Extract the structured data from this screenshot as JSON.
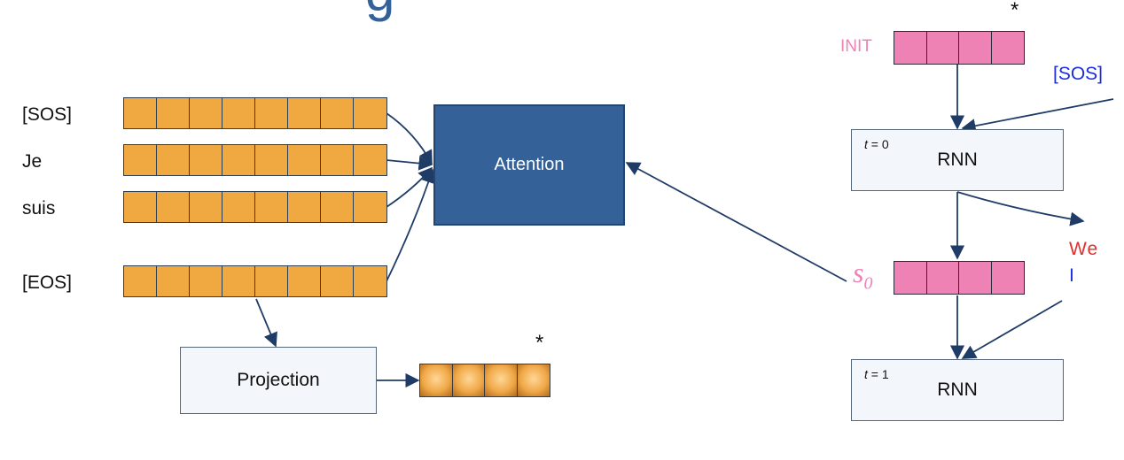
{
  "source_tokens": [
    "[SOS]",
    "Je",
    "suis",
    "[EOS]"
  ],
  "attention_label": "Attention",
  "projection_label": "Projection",
  "rnn_label": "RNN",
  "decoder_steps": [
    {
      "t": "t",
      "eq": " = 0",
      "label": "RNN"
    },
    {
      "t": "t",
      "eq": " = 1",
      "label": "RNN"
    }
  ],
  "init_label": "INIT",
  "sos_output_label": "[SOS]",
  "state_symbol": "s",
  "state_subscript": "0",
  "predicted_words": [
    "We",
    "I"
  ],
  "star_marker": "*",
  "title_fragment": "g",
  "colors": {
    "orange": "#f0a840",
    "pink": "#ee82b5",
    "attention_blue": "#356199",
    "arrow_navy": "#1f3c66",
    "red_word": "#e03030",
    "blue_word": "#1a2ee0"
  }
}
